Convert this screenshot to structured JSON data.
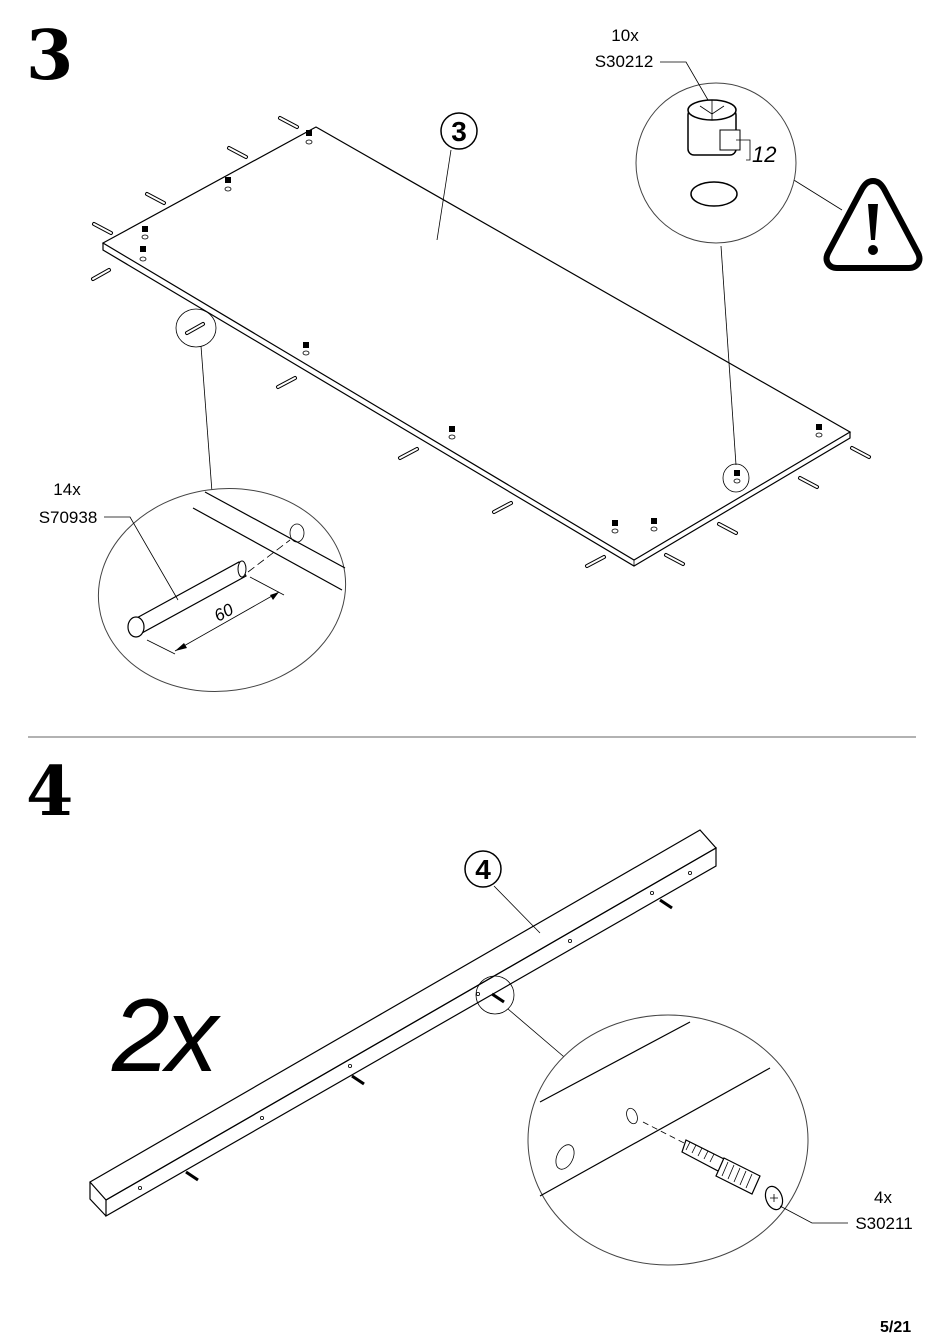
{
  "step3": {
    "number": "3",
    "part_badge": "3",
    "cam_lock": {
      "qty": "10x",
      "code": "S30212",
      "dimension": "12"
    },
    "dowel": {
      "qty": "14x",
      "code": "S70938",
      "dimension": "60"
    }
  },
  "step4": {
    "number": "4",
    "part_badge": "4",
    "repeat": "2x",
    "bolt": {
      "qty": "4x",
      "code": "S30211"
    }
  },
  "page": {
    "number": "5/21"
  }
}
